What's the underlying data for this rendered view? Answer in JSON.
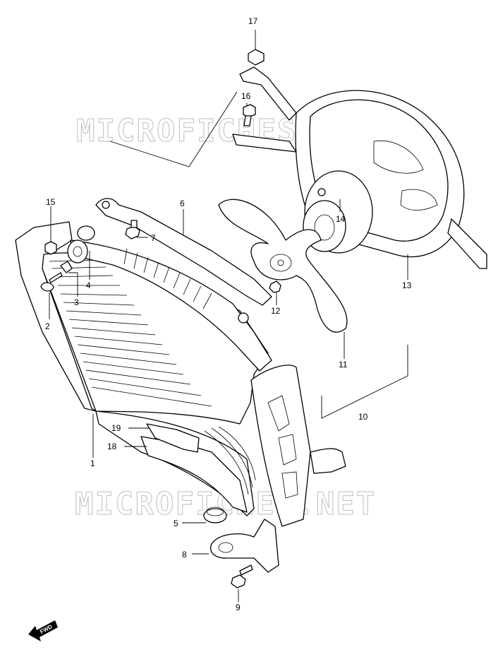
{
  "watermark": {
    "text": "MICROFICHES.NET"
  },
  "fwd_label": "FWD",
  "callouts": [
    {
      "id": "c1",
      "label": "1"
    },
    {
      "id": "c2",
      "label": "2"
    },
    {
      "id": "c3",
      "label": "3"
    },
    {
      "id": "c4",
      "label": "4"
    },
    {
      "id": "c5",
      "label": "5"
    },
    {
      "id": "c6",
      "label": "6"
    },
    {
      "id": "c7",
      "label": "7"
    },
    {
      "id": "c8",
      "label": "8"
    },
    {
      "id": "c9",
      "label": "9"
    },
    {
      "id": "c10",
      "label": "10"
    },
    {
      "id": "c11",
      "label": "11"
    },
    {
      "id": "c12",
      "label": "12"
    },
    {
      "id": "c13",
      "label": "13"
    },
    {
      "id": "c14",
      "label": "14"
    },
    {
      "id": "c15",
      "label": "15"
    },
    {
      "id": "c16",
      "label": "16"
    },
    {
      "id": "c17",
      "label": "17"
    },
    {
      "id": "c18",
      "label": "18"
    },
    {
      "id": "c19",
      "label": "19"
    }
  ]
}
